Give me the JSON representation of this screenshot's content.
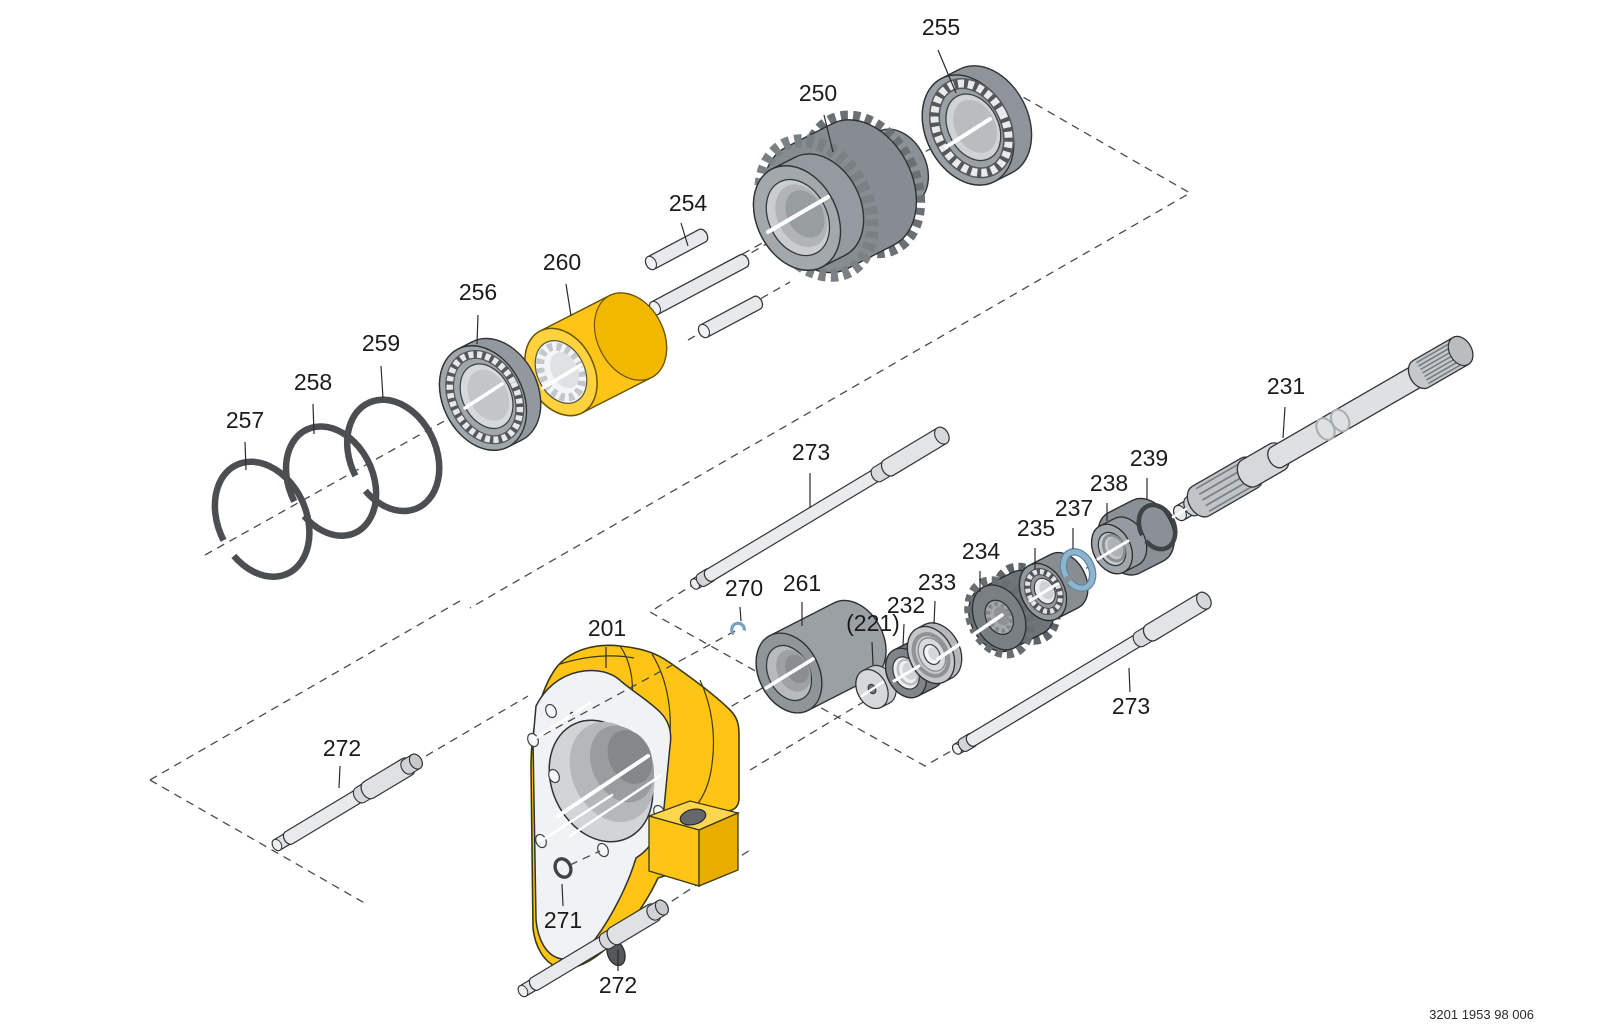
{
  "diagram": {
    "drawing_number": "3201 1953 98 006",
    "colors": {
      "highlight_yellow": "#FFC516",
      "steel_gray": "#8D9499",
      "light_gray": "#E8EAEB",
      "accent_blue": "#8FB4CD",
      "ring_dark": "#4B4F52",
      "outline": "#2F3234"
    },
    "parts": [
      {
        "label": "255",
        "name": "tapered-roller-bearing"
      },
      {
        "label": "250",
        "name": "clutch-gear"
      },
      {
        "label": "254",
        "name": "pin-set"
      },
      {
        "label": "260",
        "name": "splined-coupling-sleeve"
      },
      {
        "label": "256",
        "name": "roller-bearing"
      },
      {
        "label": "259",
        "name": "retaining-ring"
      },
      {
        "label": "258",
        "name": "retaining-ring"
      },
      {
        "label": "257",
        "name": "retaining-ring"
      },
      {
        "label": "273",
        "name": "push-rod-upper"
      },
      {
        "label": "231",
        "name": "splined-output-shaft"
      },
      {
        "label": "239",
        "name": "circlip"
      },
      {
        "label": "238",
        "name": "bushing"
      },
      {
        "label": "237",
        "name": "circlip-blue"
      },
      {
        "label": "235",
        "name": "roller-bearing-small"
      },
      {
        "label": "234",
        "name": "pinion-gear"
      },
      {
        "label": "233",
        "name": "bearing-race"
      },
      {
        "label": "232",
        "name": "needle-bearing"
      },
      {
        "label": "(221)",
        "name": "thrust-washer"
      },
      {
        "label": "261",
        "name": "spacer-roller"
      },
      {
        "label": "270",
        "name": "clip-small"
      },
      {
        "label": "201",
        "name": "gear-housing"
      },
      {
        "label": "272",
        "name": "guide-pin-upper"
      },
      {
        "label": "271",
        "name": "o-ring"
      },
      {
        "label": "272",
        "name": "guide-pin-lower"
      },
      {
        "label": "273",
        "name": "push-rod-lower"
      }
    ]
  }
}
